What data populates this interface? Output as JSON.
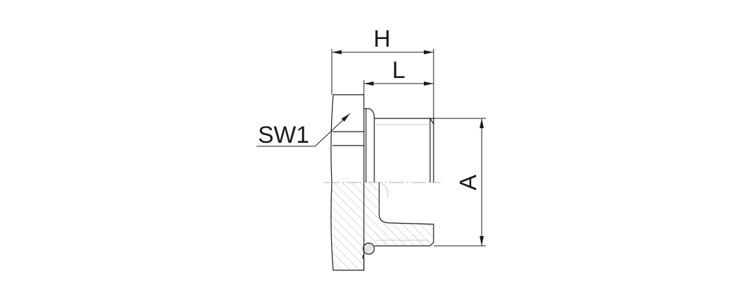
{
  "drawing": {
    "labels": {
      "overall_length": "H",
      "thread_length": "L",
      "thread_diameter": "A",
      "wrench_size": "SW1"
    },
    "colors": {
      "line": "#1a1a1a",
      "hatch": "#9a9a9a",
      "background": "#ffffff"
    }
  }
}
